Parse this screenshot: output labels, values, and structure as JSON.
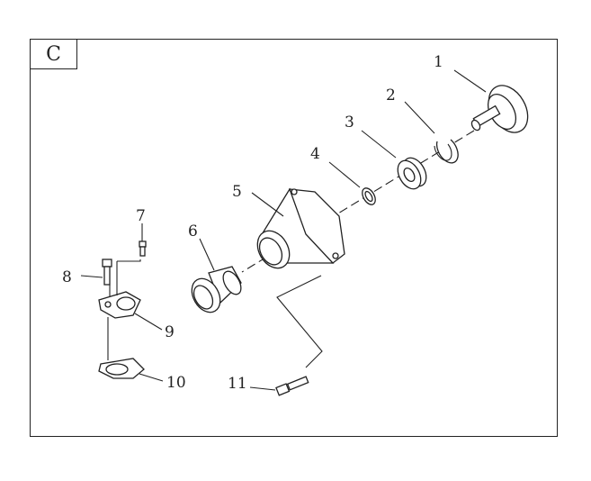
{
  "section_label": "C",
  "callouts": [
    "1",
    "2",
    "3",
    "4",
    "5",
    "6",
    "7",
    "8",
    "9",
    "10",
    "11"
  ]
}
